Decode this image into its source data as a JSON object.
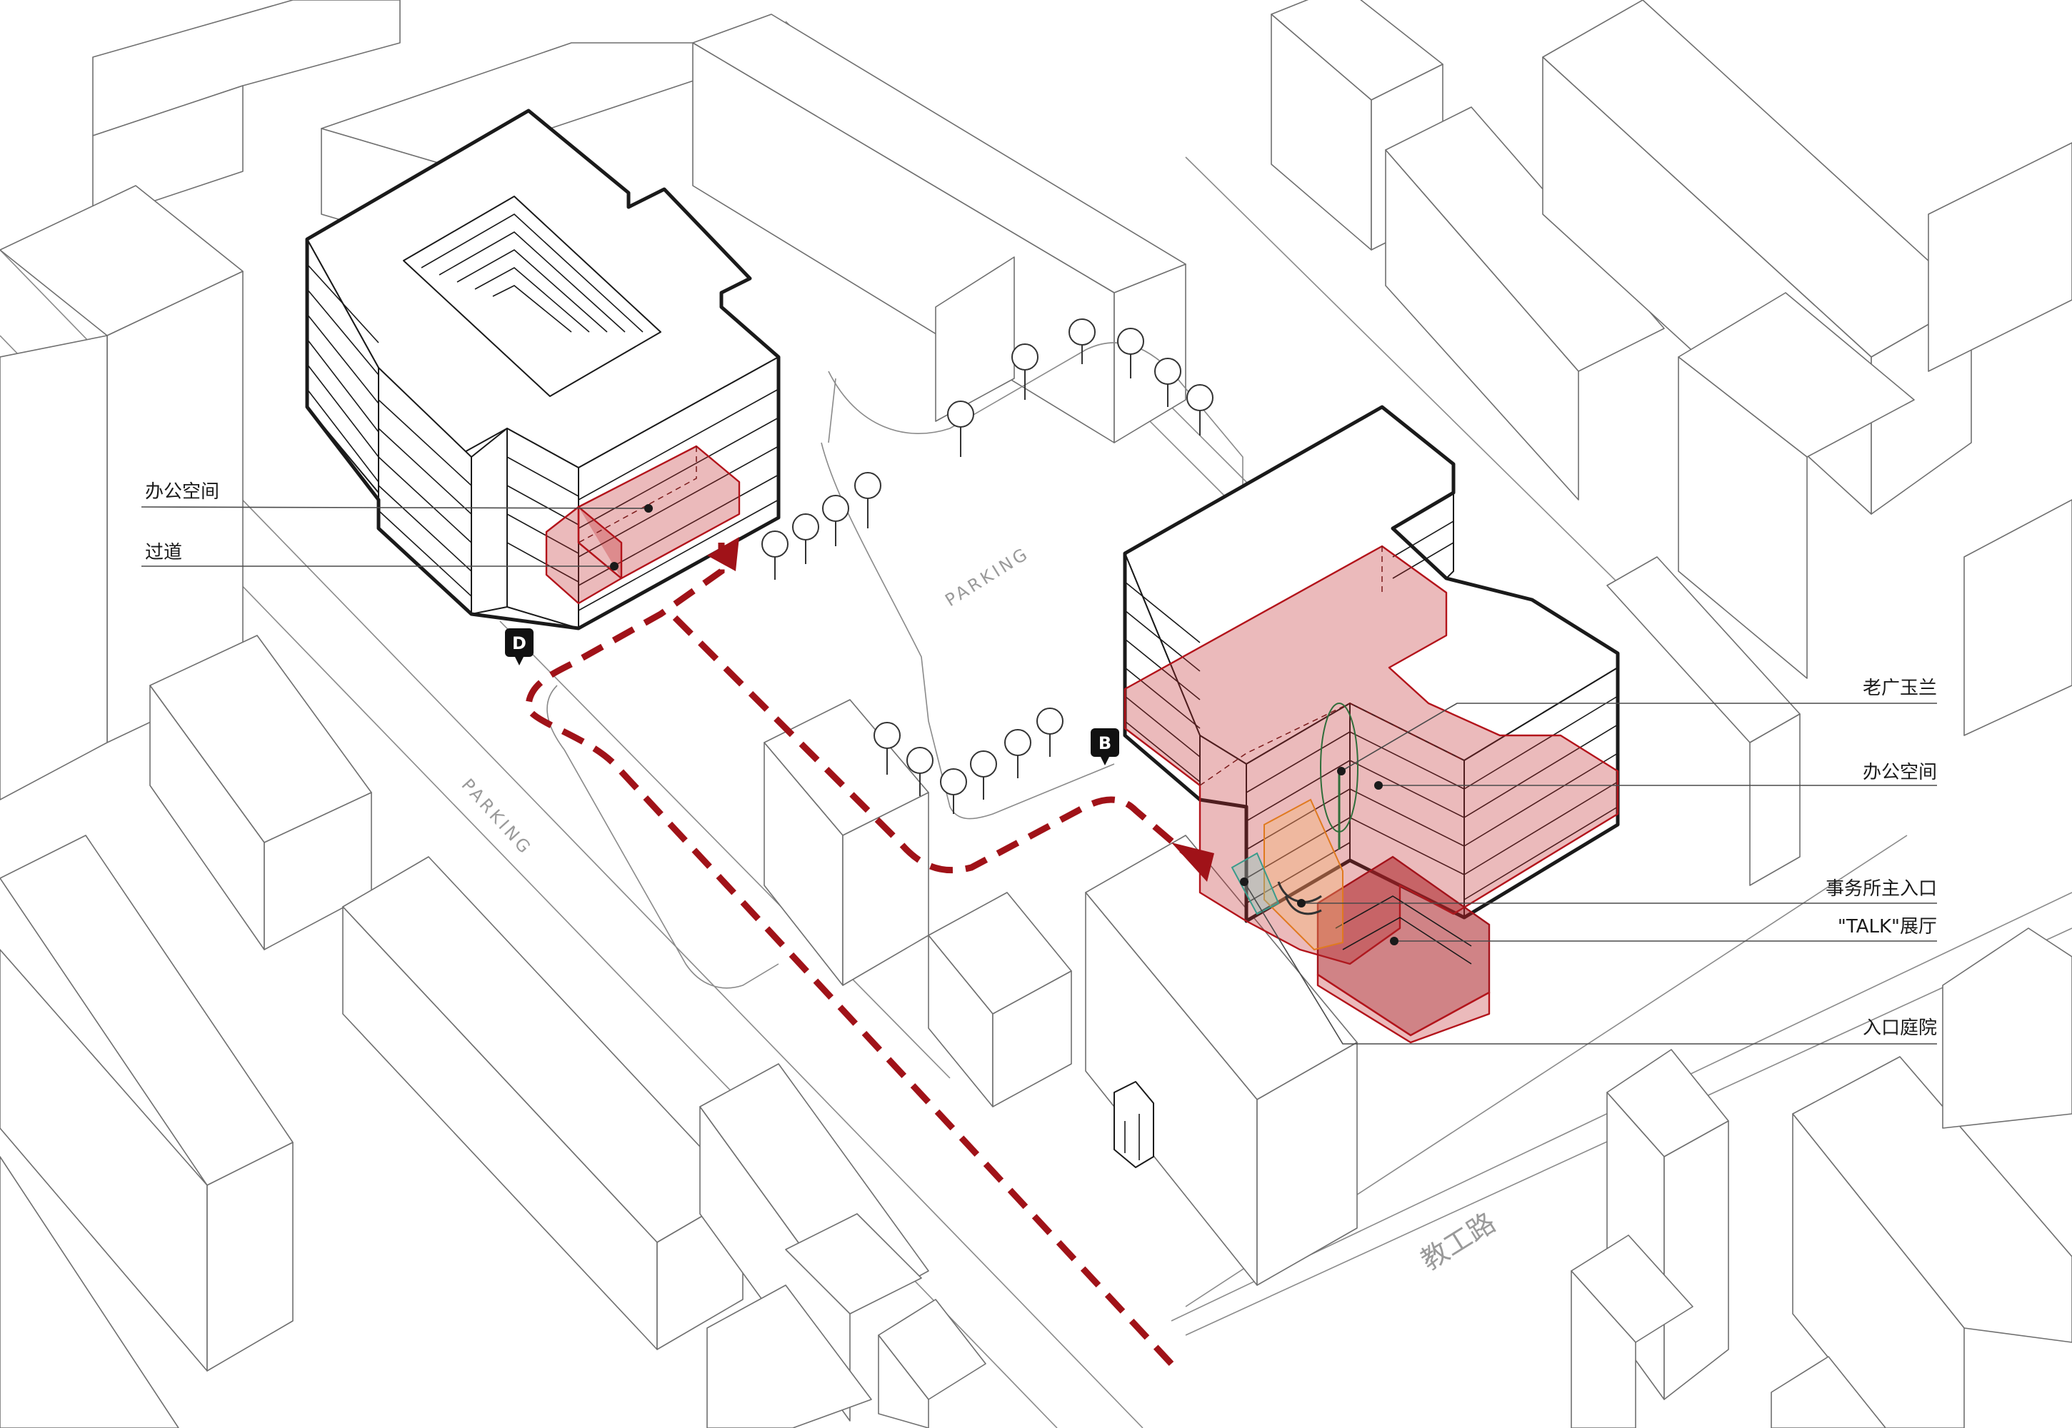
{
  "labels": {
    "left_office": "办公空间",
    "left_corridor": "过道",
    "laoguang_yulan": "老广玉兰",
    "right_office": "办公空间",
    "main_entrance": "事务所主入口",
    "talk_hall": "\"TALK\"展厅",
    "entrance_courtyard": "入口庭院"
  },
  "ground_labels": {
    "parking_center": "PARKING",
    "parking_left": "PARKING",
    "road_name": "教工路"
  },
  "markers": {
    "d": "D",
    "b": "B"
  },
  "colors": {
    "highlight": "#b3141b",
    "route": "#a01218",
    "context_line": "#6f6f6f"
  }
}
